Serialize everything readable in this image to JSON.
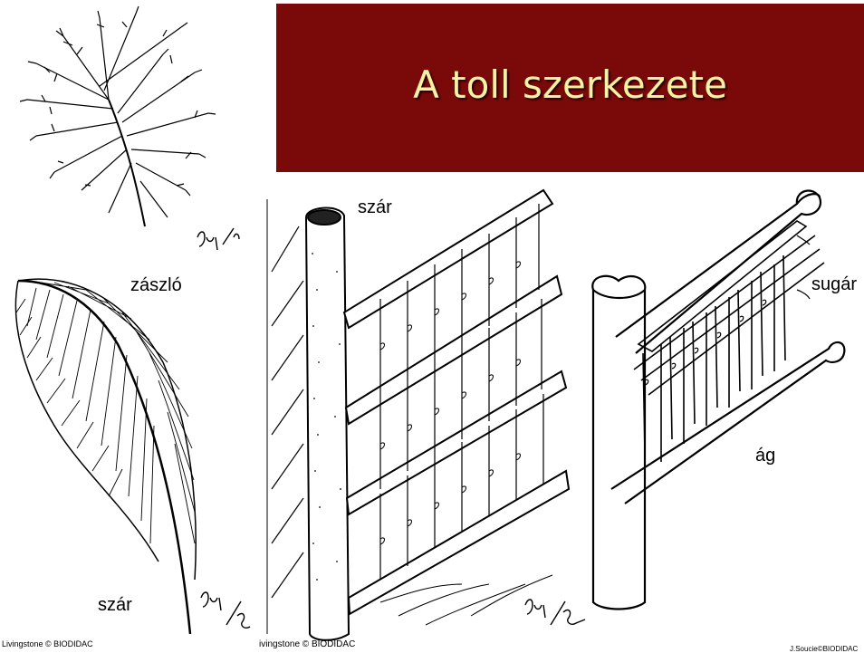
{
  "title": "A toll szerkezete",
  "labels": {
    "zaszlo": "zászló",
    "szar_left": "szár",
    "szar_center": "szár",
    "sugar": "sugár",
    "ag": "ág"
  },
  "signatures": {
    "top_left": "9uj/9",
    "bottom_left": "9uj/95",
    "center": "9uj/95-"
  },
  "credits": {
    "left": "Livingstone © BIODIDAC",
    "center": "ivingstone © BIODIDAC",
    "right": "J.Soucie©BIODIDAC"
  },
  "colors": {
    "title_bg": "#7a0a0a",
    "title_text": "#f7f3a6"
  }
}
